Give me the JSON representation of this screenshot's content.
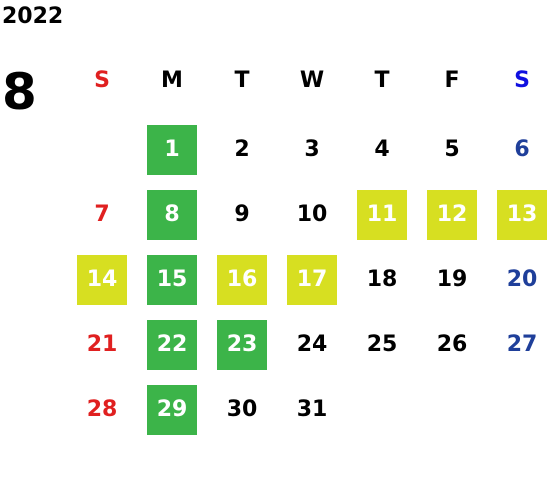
{
  "calendar": {
    "year": "2022",
    "month": "8",
    "weekdays": [
      "S",
      "M",
      "T",
      "W",
      "T",
      "F",
      "S"
    ],
    "weeks": [
      [
        "",
        "1",
        "2",
        "3",
        "4",
        "5",
        "6"
      ],
      [
        "7",
        "8",
        "9",
        "10",
        "11",
        "12",
        "13"
      ],
      [
        "14",
        "15",
        "16",
        "17",
        "18",
        "19",
        "20"
      ],
      [
        "21",
        "22",
        "23",
        "24",
        "25",
        "26",
        "27"
      ],
      [
        "28",
        "29",
        "30",
        "31",
        "",
        "",
        ""
      ]
    ],
    "highlight_styles": [
      "green",
      "yellow"
    ],
    "highlights": {
      "green": [
        "1",
        "8",
        "15",
        "22",
        "23",
        "29"
      ],
      "yellow": [
        "11",
        "12",
        "13",
        "14",
        "16",
        "17"
      ]
    },
    "colors": {
      "green": "#3cb449",
      "yellow": "#d7df21",
      "sunday_text": "#e02020",
      "saturday_text": "#1f3f9a",
      "saturday_header": "#1010e0"
    }
  }
}
